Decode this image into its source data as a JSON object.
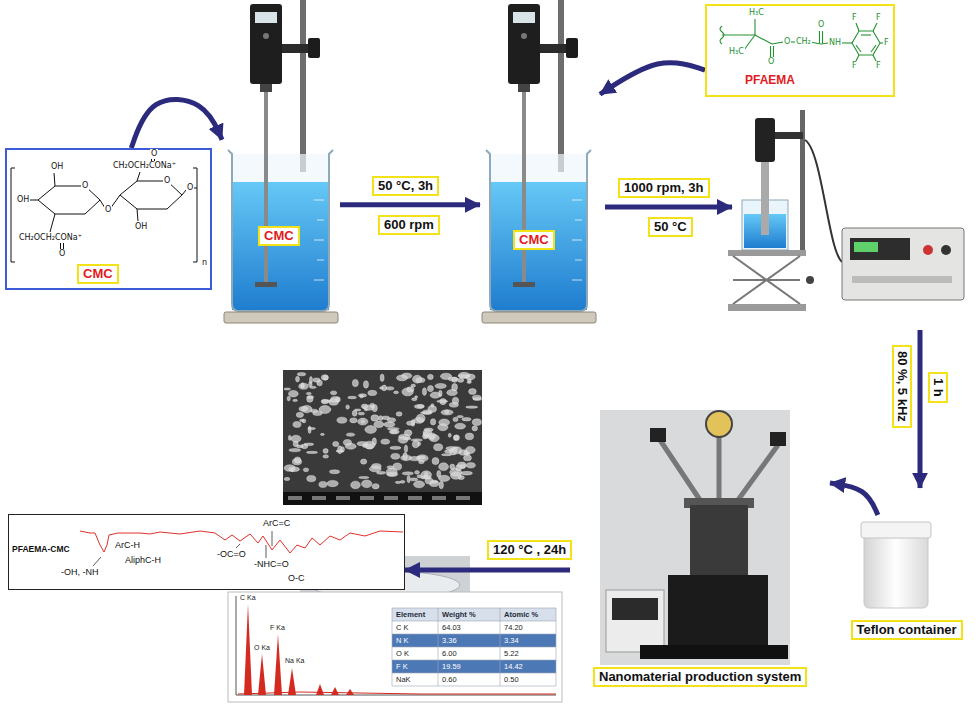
{
  "diagram": {
    "nodes": [
      {
        "text": [
          "CMC"
        ]
      },
      {
        "text": [
          "CMC"
        ]
      },
      {
        "text": [
          "CMC"
        ]
      },
      {
        "text": [
          "PFAEMA"
        ]
      },
      {
        "text": [
          "Teflon container"
        ]
      },
      {
        "text": [
          "Nanomaterial production system"
        ]
      },
      {
        "text": [
          "PFAEMA-CMC",
          "-OH, -NH",
          "ArC-H",
          "AliphC-H",
          "ArC=C",
          "-OC=O",
          "-NHC=O",
          "O-C"
        ]
      }
    ],
    "edges": [
      {
        "from": 0,
        "to": 1,
        "arrow": "to"
      },
      {
        "from": 1,
        "to": 2,
        "label": "50 °C, 3h",
        "arrow": "to"
      },
      {
        "from": 3,
        "to": 2,
        "arrow": "to"
      },
      {
        "from": 4,
        "to": 5,
        "arrow": "to"
      },
      {
        "from": 5,
        "to": 6,
        "label": "120 °C , 24h",
        "arrow": "to"
      }
    ],
    "labels": [
      "OH",
      "OH",
      "O",
      "CH₂OCH₂CONa⁺",
      "O",
      "O",
      "CH₂OCH₂CONa⁺",
      "O",
      "O",
      "OH",
      "O",
      "n",
      "600 rpm",
      "H₃C",
      "H₃C",
      "O",
      "O",
      "CH₂",
      "O",
      "NH",
      "F",
      "F",
      "F",
      "F",
      "F",
      "1000 rpm, 3h",
      "50 °C",
      "80 %, 5 kHz",
      "1 h",
      "C Ka",
      "O Ka",
      "F Ka",
      "Na Ka",
      "Element",
      "Weight %",
      "Atomic %",
      "C K",
      "64.03",
      "74.20",
      "N K",
      "3.36",
      "3.34",
      "O K",
      "6.00",
      "5.22",
      "F K",
      "19.59",
      "14.42",
      "NaK",
      "0.60",
      "0.50"
    ]
  }
}
